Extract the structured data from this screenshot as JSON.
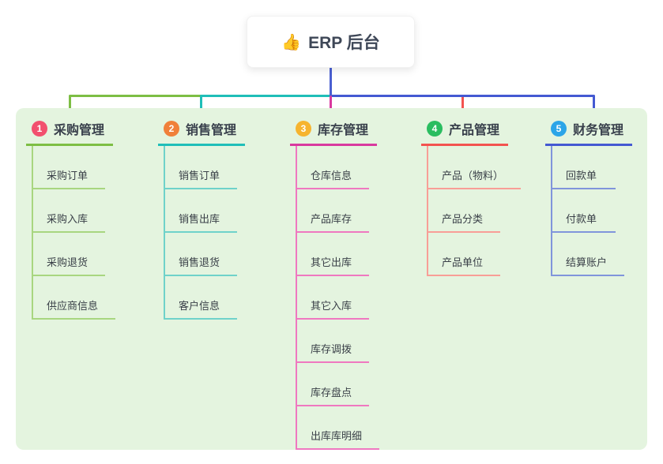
{
  "root": {
    "icon": "thumbs-up",
    "icon_glyph": "👍",
    "label": "ERP 后台"
  },
  "colors": {
    "panel_bg": "#E4F4DF",
    "stem_blue": "#4A5FD1",
    "text_dark": "#3E4757"
  },
  "branches": [
    {
      "number": "1",
      "label": "采购管理",
      "badge_color": "#F2506E",
      "line_color": "#7DBE44",
      "child_line_color": "#A8D680",
      "children": [
        "采购订单",
        "采购入库",
        "采购退货",
        "供应商信息"
      ]
    },
    {
      "number": "2",
      "label": "销售管理",
      "badge_color": "#F0803A",
      "line_color": "#1FBEB8",
      "child_line_color": "#6FD2CA",
      "children": [
        "销售订单",
        "销售出库",
        "销售退货",
        "客户信息"
      ]
    },
    {
      "number": "3",
      "label": "库存管理",
      "badge_color": "#F6B42F",
      "line_color": "#D9399F",
      "child_line_color": "#EF78C0",
      "children": [
        "仓库信息",
        "产品库存",
        "其它出库",
        "其它入库",
        "库存调拨",
        "库存盘点",
        "出库库明细"
      ]
    },
    {
      "number": "4",
      "label": "产品管理",
      "badge_color": "#2ABD60",
      "line_color": "#F3534F",
      "child_line_color": "#F89E97",
      "children": [
        "产品（物料）",
        "产品分类",
        "产品单位"
      ]
    },
    {
      "number": "5",
      "label": "财务管理",
      "badge_color": "#2BA5E8",
      "line_color": "#4459D2",
      "child_line_color": "#8095DB",
      "children": [
        "回款单",
        "付款单",
        "结算账户"
      ]
    }
  ]
}
